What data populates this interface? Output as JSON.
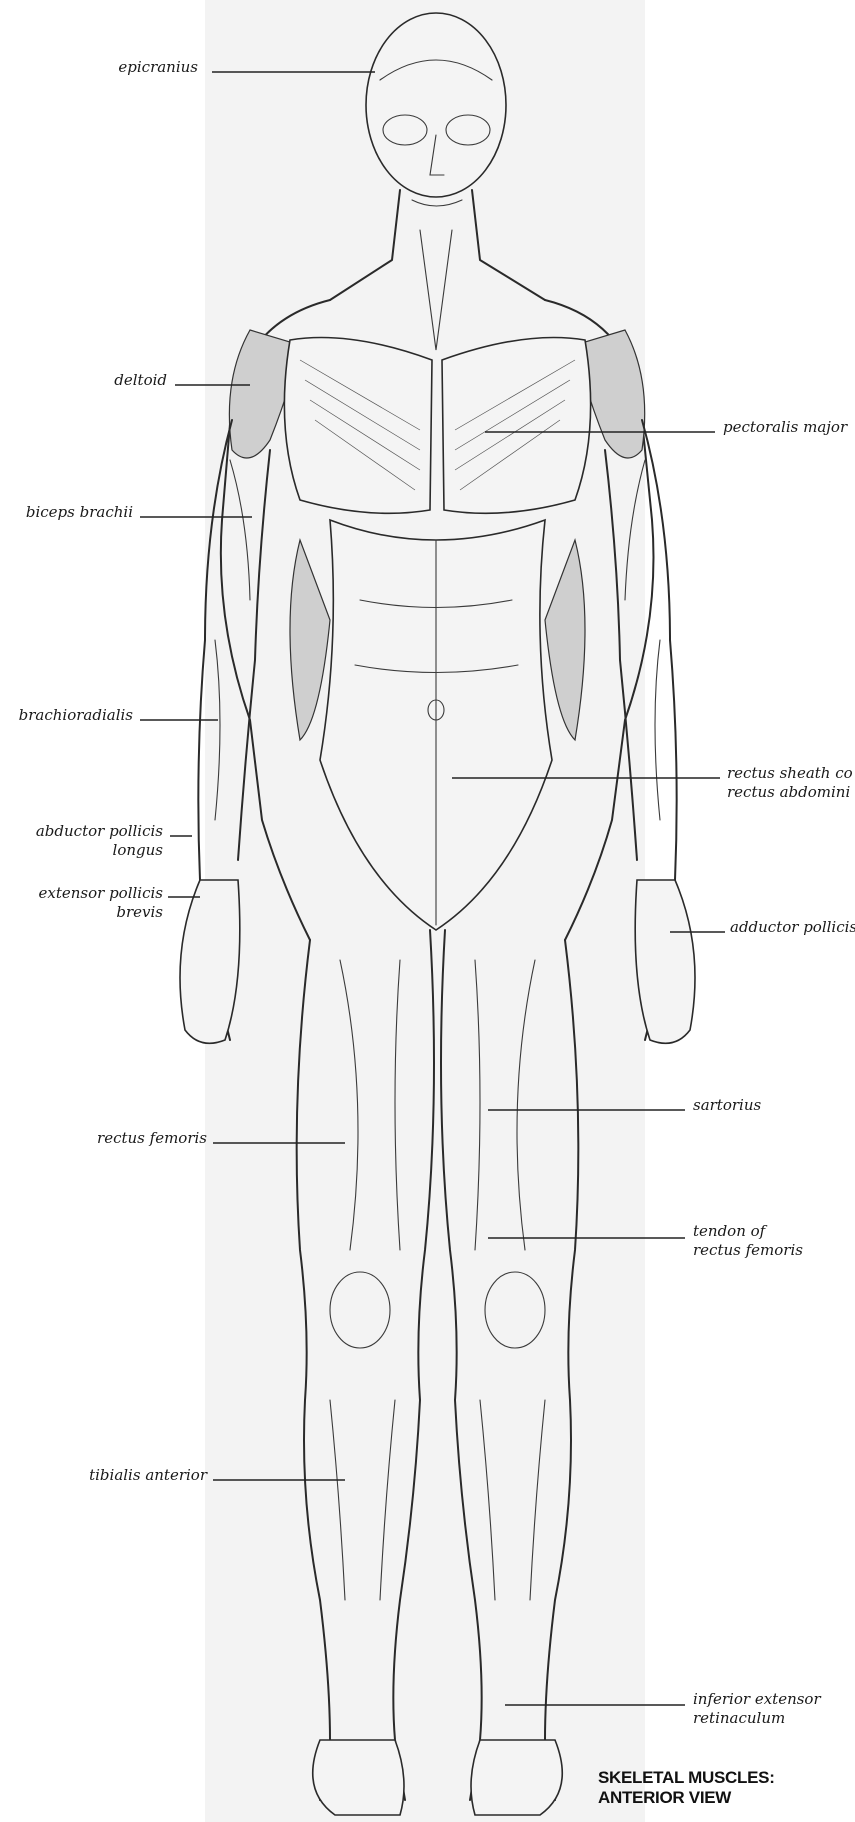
{
  "labels": {
    "epicranius": "epicranius",
    "deltoid": "deltoid",
    "pectoralis_major": "pectoralis major",
    "biceps_brachii": "biceps brachii",
    "brachioradialis": "brachioradialis",
    "rectus_sheath_1": "rectus sheath co",
    "rectus_sheath_2": "rectus abdomini",
    "abductor_1": "abductor pollicis",
    "abductor_2": "longus",
    "extensor_1": "extensor pollicis",
    "extensor_2": "brevis",
    "adductor_pollicis": "adductor pollicis",
    "sartorius": "sartorius",
    "rectus_femoris": "rectus femoris",
    "tendon_1": "tendon of",
    "tendon_2": "rectus femoris",
    "tibialis_anterior": "tibialis anterior",
    "retinaculum_1": "inferior extensor",
    "retinaculum_2": "retinaculum"
  },
  "caption": {
    "line1": "SKELETAL MUSCLES:",
    "line2": "ANTERIOR VIEW"
  }
}
